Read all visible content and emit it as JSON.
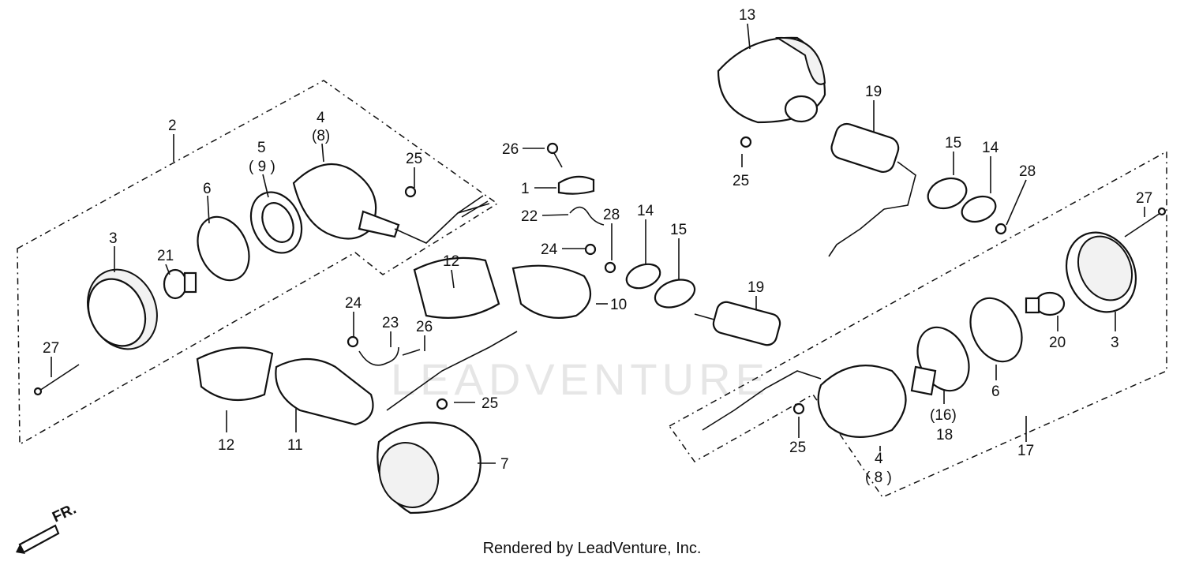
{
  "watermark": "LEADVENTURE",
  "footer": "Rendered by LeadVenture, Inc.",
  "direction_marker": "FR.",
  "callouts": {
    "c2": "2",
    "c3a": "3",
    "c21": "21",
    "c27a": "27",
    "c6a": "6",
    "c5": "5",
    "c9": "( 9 )",
    "c4a": "4",
    "c8a": "(8)",
    "c25a": "25",
    "c26a": "26",
    "c1": "1",
    "c22": "22",
    "c28a": "28",
    "c24a": "24",
    "c12a": "12",
    "c10": "10",
    "c14a": "14",
    "c15a": "15",
    "c19a": "19",
    "c24b": "24",
    "c23": "23",
    "c26b": "26",
    "c25b": "25",
    "c12b": "12",
    "c11": "11",
    "c7": "7",
    "c13": "13",
    "c19b": "19",
    "c25c": "25",
    "c15b": "15",
    "c14b": "14",
    "c28b": "28",
    "c27b": "27",
    "c20": "20",
    "c3b": "3",
    "c6b": "6",
    "c16": "(16)",
    "c18": "18",
    "c17": "17",
    "c4b": "4",
    "c8b": "( 8 )",
    "c25d": "25"
  }
}
